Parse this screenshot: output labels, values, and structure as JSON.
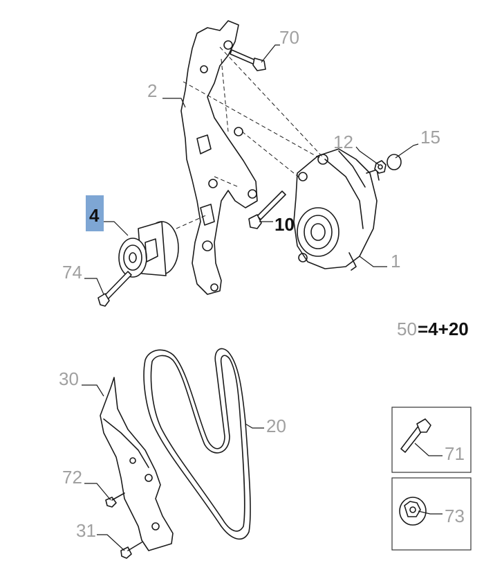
{
  "callouts": {
    "c70": "70",
    "c2": "2",
    "c12": "12",
    "c15": "15",
    "c4": "4",
    "c10": "10",
    "c1": "1",
    "c74": "74",
    "c50": "50",
    "c50eq": "=4+20",
    "c30": "30",
    "c20": "20",
    "c71": "71",
    "c72": "72",
    "c73": "73",
    "c31": "31"
  },
  "colors": {
    "highlight": "#7ea6d4",
    "callout_grey": "#a0a0a0",
    "callout_dark": "#111111"
  }
}
